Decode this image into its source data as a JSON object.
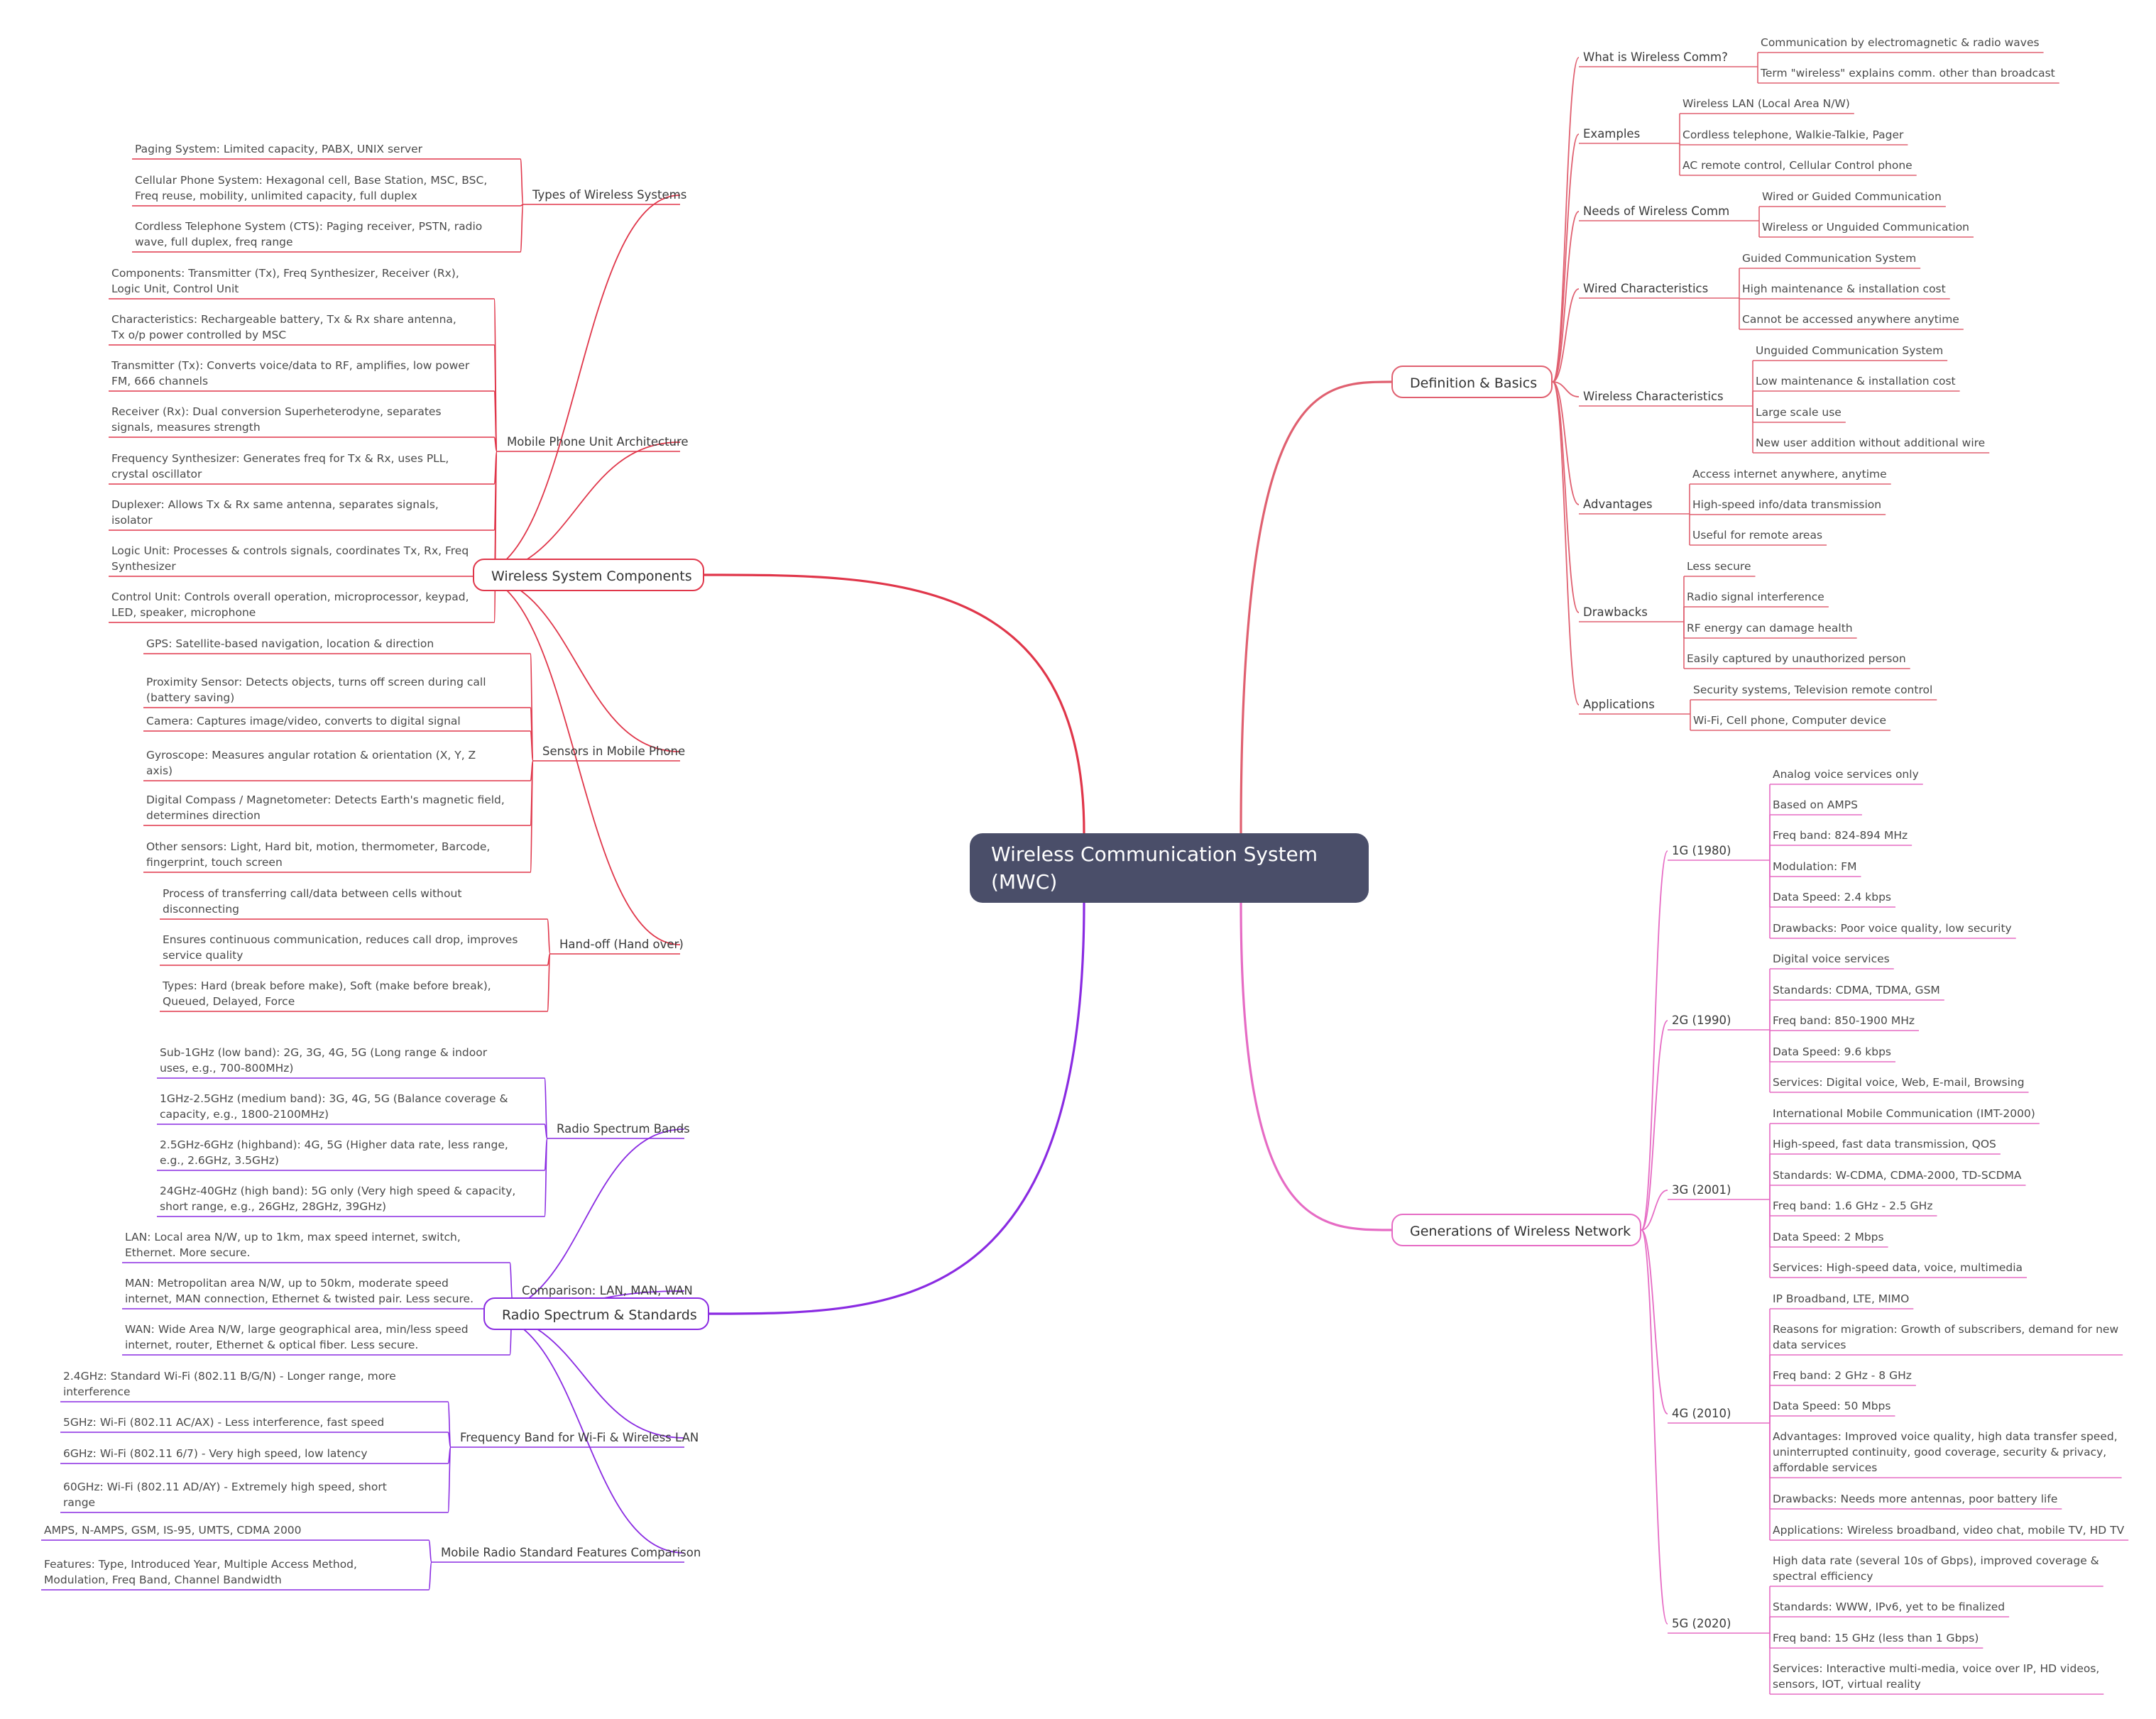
{
  "colors": {
    "components": "#e0364a",
    "radio": "#8a2be2",
    "definition": "#e06070",
    "generations": "#e66bc4",
    "root_bg": "#4a4e69"
  },
  "root": {
    "title": "Wireless Communication System (MWC)"
  },
  "branches": {
    "components": {
      "label": "Wireless System Components",
      "children": [
        {
          "label": "Types of Wireless Systems",
          "items": [
            "Paging System: Limited capacity, PABX, UNIX server",
            "Cellular Phone System: Hexagonal cell, Base Station, MSC, BSC,\nFreq reuse, mobility, unlimited capacity, full duplex",
            "Cordless Telephone System (CTS): Paging receiver, PSTN, radio\nwave, full duplex, freq range"
          ]
        },
        {
          "label": "Mobile Phone Unit Architecture",
          "items": [
            "Components: Transmitter (Tx), Freq Synthesizer, Receiver (Rx),\nLogic Unit, Control Unit",
            "Characteristics: Rechargeable battery, Tx & Rx share antenna,\nTx o/p power controlled by MSC",
            "Transmitter (Tx): Converts voice/data to RF, amplifies, low power\nFM, 666 channels",
            "Receiver (Rx): Dual conversion Superheterodyne, separates\nsignals, measures strength",
            "Frequency Synthesizer: Generates freq for Tx & Rx, uses PLL,\ncrystal oscillator",
            "Duplexer: Allows Tx & Rx same antenna, separates signals,\nisolator",
            "Logic Unit: Processes & controls signals, coordinates Tx, Rx, Freq\nSynthesizer",
            "Control Unit: Controls overall operation, microprocessor, keypad,\nLED, speaker, microphone"
          ]
        },
        {
          "label": "Sensors in Mobile Phone",
          "items": [
            "GPS: Satellite-based navigation, location & direction",
            "Proximity Sensor: Detects objects, turns off screen during call\n(battery saving)",
            "Camera: Captures image/video, converts to digital signal",
            "Gyroscope: Measures angular rotation & orientation (X, Y, Z\naxis)",
            "Digital Compass / Magnetometer: Detects Earth's magnetic field,\ndetermines direction",
            "Other sensors: Light, Hard bit, motion, thermometer, Barcode,\nfingerprint, touch screen"
          ]
        },
        {
          "label": "Hand-off (Hand over)",
          "items": [
            "Process of transferring call/data between cells without\ndisconnecting",
            "Ensures continuous communication, reduces call drop, improves\nservice quality",
            "Types: Hard (break before make), Soft (make before break),\nQueued, Delayed, Force"
          ]
        }
      ]
    },
    "radio": {
      "label": "Radio Spectrum & Standards",
      "children": [
        {
          "label": "Radio Spectrum Bands",
          "items": [
            "Sub-1GHz (low band): 2G, 3G, 4G, 5G (Long range & indoor\nuses, e.g., 700-800MHz)",
            "1GHz-2.5GHz (medium band): 3G, 4G, 5G (Balance coverage &\ncapacity, e.g., 1800-2100MHz)",
            "2.5GHz-6GHz (highband): 4G, 5G (Higher data rate, less range,\ne.g., 2.6GHz, 3.5GHz)",
            "24GHz-40GHz (high band): 5G only (Very high speed & capacity,\nshort range, e.g., 26GHz, 28GHz, 39GHz)"
          ]
        },
        {
          "label": "Comparison: LAN, MAN, WAN",
          "items": [
            "LAN: Local area N/W, up to 1km, max speed internet, switch,\nEthernet. More secure.",
            "MAN: Metropolitan area N/W, up to 50km, moderate speed\ninternet, MAN connection, Ethernet & twisted pair. Less secure.",
            "WAN: Wide Area N/W, large geographical area, min/less speed\ninternet, router, Ethernet & optical fiber. Less secure."
          ]
        },
        {
          "label": "Frequency Band for Wi-Fi & Wireless LAN",
          "items": [
            "2.4GHz: Standard Wi-Fi (802.11 B/G/N) - Longer range, more\ninterference",
            "5GHz: Wi-Fi (802.11 AC/AX) - Less interference, fast speed",
            "6GHz: Wi-Fi (802.11 6/7) - Very high speed, low latency",
            "60GHz: Wi-Fi (802.11 AD/AY) - Extremely high speed, short\nrange"
          ]
        },
        {
          "label": "Mobile Radio Standard Features Comparison",
          "items": [
            "AMPS, N-AMPS, GSM, IS-95, UMTS, CDMA 2000",
            "Features: Type, Introduced Year, Multiple Access Method,\nModulation, Freq Band, Channel Bandwidth"
          ]
        }
      ]
    },
    "definition": {
      "label": "Definition & Basics",
      "children": [
        {
          "label": "What is Wireless Comm?",
          "items": [
            "Communication by electromagnetic & radio waves",
            "Term \"wireless\" explains comm. other than broadcast"
          ]
        },
        {
          "label": "Examples",
          "items": [
            "Wireless LAN (Local Area N/W)",
            "Cordless telephone, Walkie-Talkie, Pager",
            "AC remote control, Cellular Control phone"
          ]
        },
        {
          "label": "Needs of Wireless Comm",
          "items": [
            "Wired or Guided Communication",
            "Wireless or Unguided Communication"
          ]
        },
        {
          "label": "Wired Characteristics",
          "items": [
            "Guided Communication System",
            "High maintenance & installation cost",
            "Cannot be accessed anywhere anytime"
          ]
        },
        {
          "label": "Wireless Characteristics",
          "items": [
            "Unguided Communication System",
            "Low maintenance & installation cost",
            "Large scale use",
            "New user addition without additional wire"
          ]
        },
        {
          "label": "Advantages",
          "items": [
            "Access internet anywhere, anytime",
            "High-speed info/data transmission",
            "Useful for remote areas"
          ]
        },
        {
          "label": "Drawbacks",
          "items": [
            "Less secure",
            "Radio signal interference",
            "RF energy can damage health",
            "Easily captured by unauthorized person"
          ]
        },
        {
          "label": "Applications",
          "items": [
            "Security systems, Television remote control",
            "Wi-Fi, Cell phone, Computer device"
          ]
        }
      ]
    },
    "generations": {
      "label": "Generations of Wireless Network",
      "children": [
        {
          "label": "1G (1980)",
          "items": [
            "Analog voice services only",
            "Based on AMPS",
            "Freq band: 824-894 MHz",
            "Modulation: FM",
            "Data Speed: 2.4 kbps",
            "Drawbacks: Poor voice quality, low security"
          ]
        },
        {
          "label": "2G (1990)",
          "items": [
            "Digital voice services",
            "Standards: CDMA, TDMA, GSM",
            "Freq band: 850-1900 MHz",
            "Data Speed: 9.6 kbps",
            "Services: Digital voice, Web, E-mail, Browsing"
          ]
        },
        {
          "label": "3G (2001)",
          "items": [
            "International Mobile Communication (IMT-2000)",
            "High-speed, fast data transmission, QOS",
            "Standards: W-CDMA, CDMA-2000, TD-SCDMA",
            "Freq band: 1.6 GHz - 2.5 GHz",
            "Data Speed: 2 Mbps",
            "Services: High-speed data, voice, multimedia"
          ]
        },
        {
          "label": "4G (2010)",
          "items": [
            "IP Broadband, LTE, MIMO",
            "Reasons for migration: Growth of subscribers, demand for new\ndata services",
            "Freq band: 2 GHz - 8 GHz",
            "Data Speed: 50 Mbps",
            "Advantages: Improved voice quality, high data transfer speed,\nuninterrupted continuity, good coverage, security & privacy,\naffordable services",
            "Drawbacks: Needs more antennas, poor battery life",
            "Applications: Wireless broadband, video chat, mobile TV, HD TV"
          ]
        },
        {
          "label": "5G (2020)",
          "items": [
            "High data rate (several 10s of Gbps), improved coverage &\nspectral efficiency",
            "Standards: WWW, IPv6, yet to be finalized",
            "Freq band: 15 GHz (less than 1 Gbps)",
            "Services: Interactive multi-media, voice over IP, HD videos,\nsensors, IOT, virtual reality"
          ]
        }
      ]
    }
  }
}
